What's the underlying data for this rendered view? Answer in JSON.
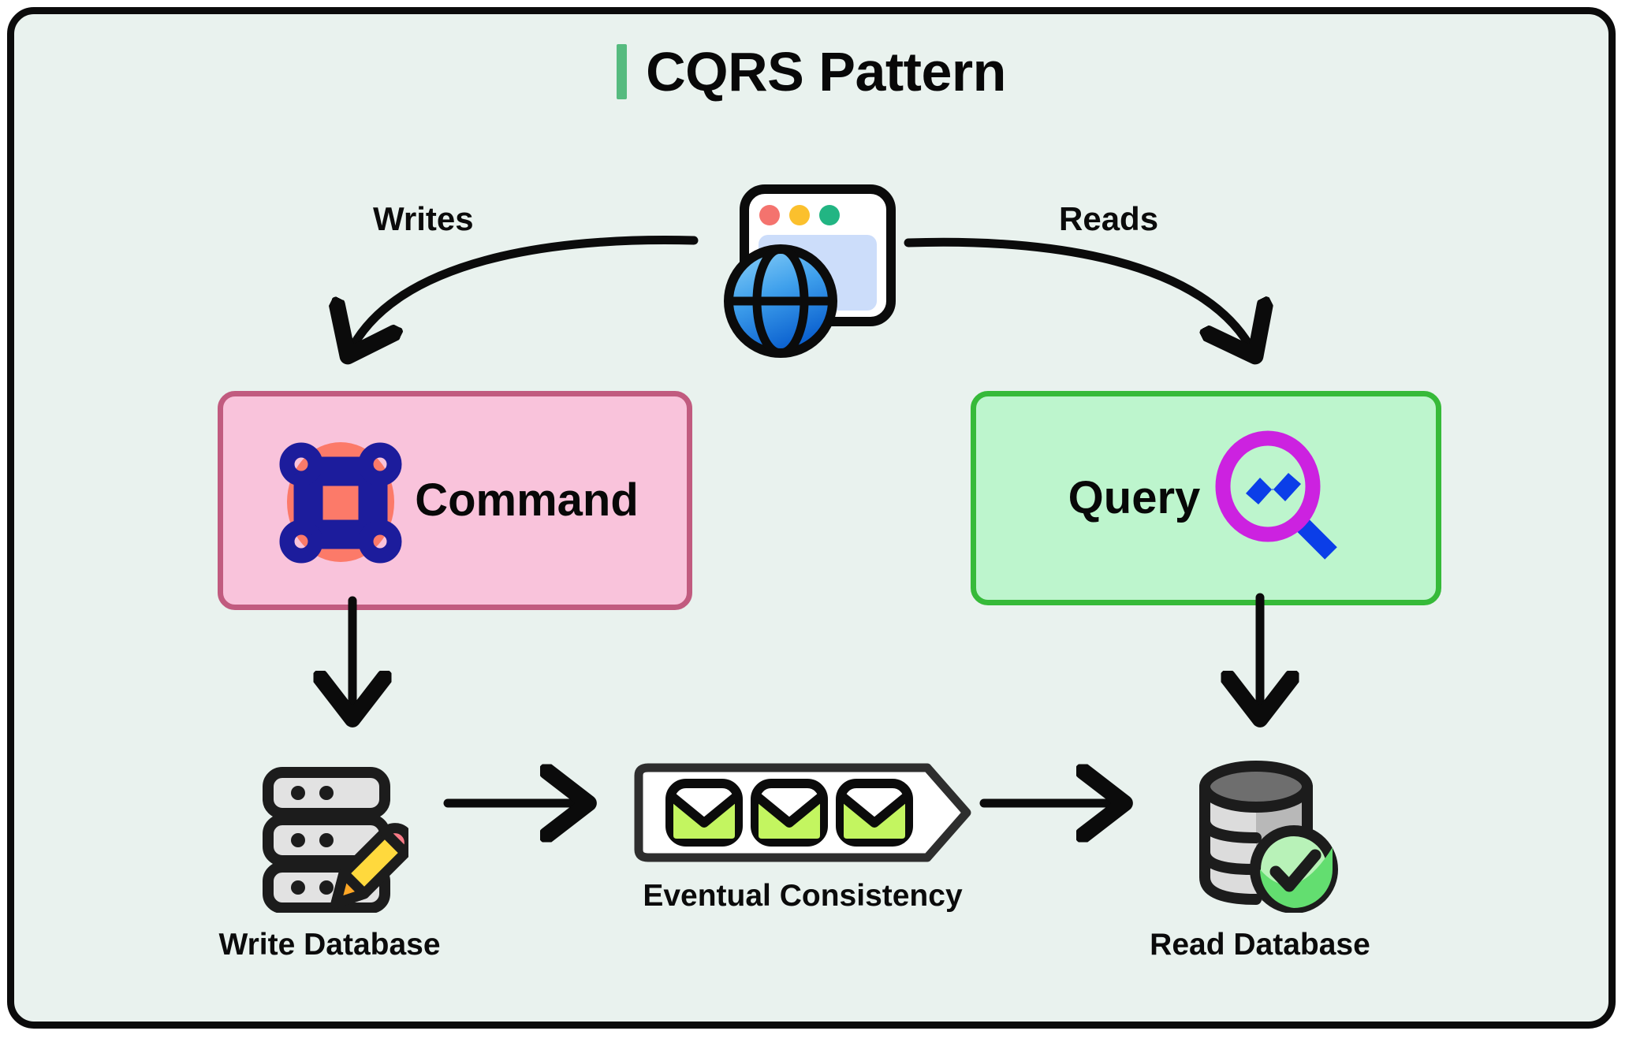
{
  "page": {
    "title": "CQRS Pattern",
    "accent_color": "#56bb7f",
    "background_color": "#e9f2ee",
    "border_color": "#0b0b0b"
  },
  "source": {
    "icon": "web-browser-globe-icon",
    "label": ""
  },
  "edges": [
    {
      "name": "writes",
      "label": "Writes",
      "from": "source",
      "to": "command"
    },
    {
      "name": "reads",
      "label": "Reads",
      "from": "source",
      "to": "query"
    },
    {
      "name": "command-to-write-db",
      "label": "",
      "from": "command",
      "to": "write-database"
    },
    {
      "name": "query-to-read-db",
      "label": "",
      "from": "query",
      "to": "read-database"
    },
    {
      "name": "write-db-to-consistency",
      "label": "",
      "from": "write-database",
      "to": "eventual-consistency"
    },
    {
      "name": "consistency-to-read-db",
      "label": "",
      "from": "eventual-consistency",
      "to": "read-database"
    }
  ],
  "boxes": {
    "command": {
      "label": "Command",
      "icon": "command-key-icon",
      "fill": "#f9c3db",
      "stroke": "#c15b7f",
      "icon_accent": "#1c1c9c",
      "icon_circle": "#fc7a69"
    },
    "query": {
      "label": "Query",
      "icon": "magnifier-chart-icon",
      "fill": "#bdf5cd",
      "stroke": "#36ba39",
      "icon_accent": "#cc22e0",
      "icon_secondary": "#0b3ee8"
    }
  },
  "nodes": {
    "write_database": {
      "label": "Write Database",
      "icon": "server-stack-pencil-icon",
      "pencil_color": "#ffd93d",
      "eraser_color": "#f87a86"
    },
    "eventual_consistency": {
      "label": "Eventual Consistency",
      "icon": "message-queue-arrow-icon",
      "envelope_count": 3,
      "envelope_color": "#c3f560",
      "shape_fill": "#ffffff",
      "shape_stroke": "#2e2e2e"
    },
    "read_database": {
      "label": "Read Database",
      "icon": "database-cylinder-check-icon",
      "check_color": "#63de70",
      "cylinder_top": "#6e6e6e",
      "cylinder_body": "#dcdcdc"
    }
  }
}
